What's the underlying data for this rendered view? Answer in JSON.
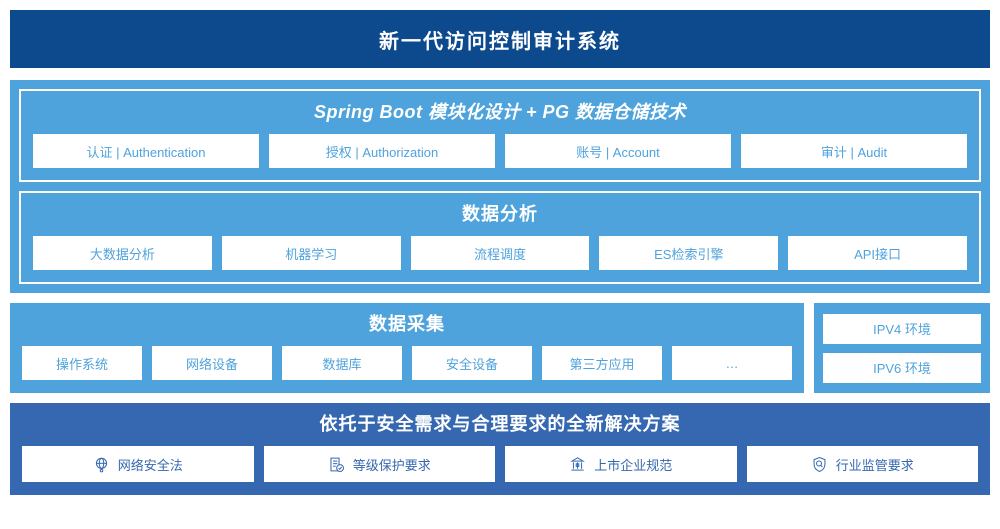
{
  "header": {
    "title": "新一代访问控制审计系统"
  },
  "application_layer": {
    "platform": {
      "title": "Spring Boot 模块化设计 + PG 数据仓储技术",
      "cards": [
        {
          "label": "认证 | Authentication"
        },
        {
          "label": "授权 | Authorization"
        },
        {
          "label": "账号 | Account"
        },
        {
          "label": "审计 | Audit"
        }
      ]
    },
    "analytics": {
      "title": "数据分析",
      "cards": [
        {
          "label": "大数据分析"
        },
        {
          "label": "机器学习"
        },
        {
          "label": "流程调度"
        },
        {
          "label": "ES检索引擎"
        },
        {
          "label": "API接口"
        }
      ]
    }
  },
  "collection_layer": {
    "title": "数据采集",
    "cards": [
      {
        "label": "操作系统"
      },
      {
        "label": "网络设备"
      },
      {
        "label": "数据库"
      },
      {
        "label": "安全设备"
      },
      {
        "label": "第三方应用"
      },
      {
        "label": "…"
      }
    ],
    "environments": [
      {
        "label": "IPV4 环境"
      },
      {
        "label": "IPV6 环境"
      }
    ]
  },
  "compliance_layer": {
    "title": "依托于安全需求与合理要求的全新解决方案",
    "cards": [
      {
        "label": "网络安全法",
        "icon": "globe-network-icon"
      },
      {
        "label": "等级保护要求",
        "icon": "document-check-icon"
      },
      {
        "label": "上市企业规范",
        "icon": "bank-building-icon"
      },
      {
        "label": "行业监管要求",
        "icon": "shield-search-icon"
      }
    ]
  },
  "colors": {
    "header_navy": "#0d4a8d",
    "panel_light_blue": "#4fa3dc",
    "compliance_blue": "#3568b0",
    "card_white": "#ffffff"
  }
}
